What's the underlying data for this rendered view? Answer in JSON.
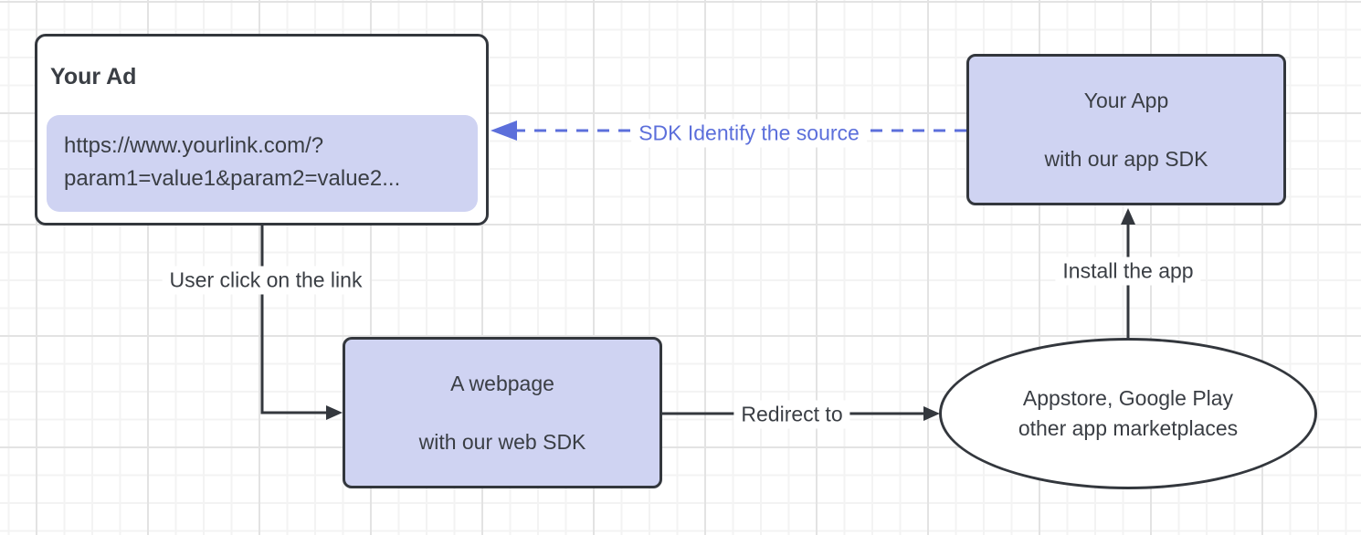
{
  "diagram": {
    "nodes": {
      "your_ad": {
        "title": "Your Ad",
        "url_line1": "https://www.yourlink.com/?",
        "url_line2": "param1=value1&param2=value2..."
      },
      "your_app": {
        "line1": "Your App",
        "line2": "with our app SDK"
      },
      "webpage": {
        "line1": "A webpage",
        "line2": "with our web SDK"
      },
      "marketplaces": {
        "line1": "Appstore, Google Play",
        "line2": "other app marketplaces"
      }
    },
    "edges": {
      "user_click": {
        "label": "User click on the link",
        "from": "your_ad",
        "to": "webpage",
        "style": "solid-dark"
      },
      "redirect": {
        "label": "Redirect to",
        "from": "webpage",
        "to": "marketplaces",
        "style": "solid-dark"
      },
      "install": {
        "label": "Install the app",
        "from": "marketplaces",
        "to": "your_app",
        "style": "solid-dark"
      },
      "sdk_identify": {
        "label": "SDK Identify the source",
        "from": "your_app",
        "to": "your_ad",
        "style": "dashed-blue"
      }
    }
  },
  "colors": {
    "node-fill": "#cfd3f2",
    "node-border": "#33373d",
    "text-dark": "#3a3e44",
    "accent-blue": "#5c6fdb",
    "canvas-bg": "#ffffff",
    "grid-minor": "#f3f3f3",
    "grid-major": "#e3e3e3"
  }
}
